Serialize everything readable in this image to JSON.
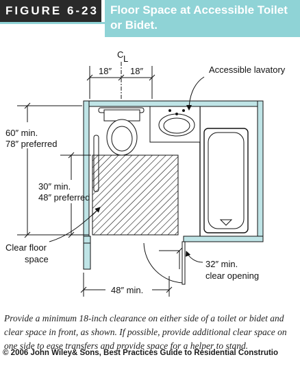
{
  "header": {
    "figure_label": "FIGURE 6-23",
    "title_line1": "Floor Space at Accessible Toilet",
    "title_line2": "or Bidet."
  },
  "diagram": {
    "centerline_symbol": "C",
    "centerline_sub": "L",
    "dim_left_18": "18″",
    "dim_right_18": "18″",
    "lavatory_label": "Accessible lavatory",
    "height_label_1": "60″ min.",
    "height_label_2": "78″ preferred",
    "depth_label_1": "30″ min.",
    "depth_label_2": "48″ preferred",
    "clear_floor_label_1": "Clear floor",
    "clear_floor_label_2": "space",
    "opening_label_1": "32″ min.",
    "opening_label_2": "clear opening",
    "width_label": "48″ min."
  },
  "caption": "Provide a minimum 18-inch clearance on either side of a toilet or bidet and clear space in front, as shown. If possible, provide additional clear space on one side to ease transfers and provide space for a helper to stand.",
  "copyright": "© 2006 John Wiley& Sons, Best Practices Guide to Residential Construtio",
  "colors": {
    "header_badge": "#2a2a2a",
    "header_title": "#8fd3d6",
    "wall_fill": "#bfe4e6"
  }
}
